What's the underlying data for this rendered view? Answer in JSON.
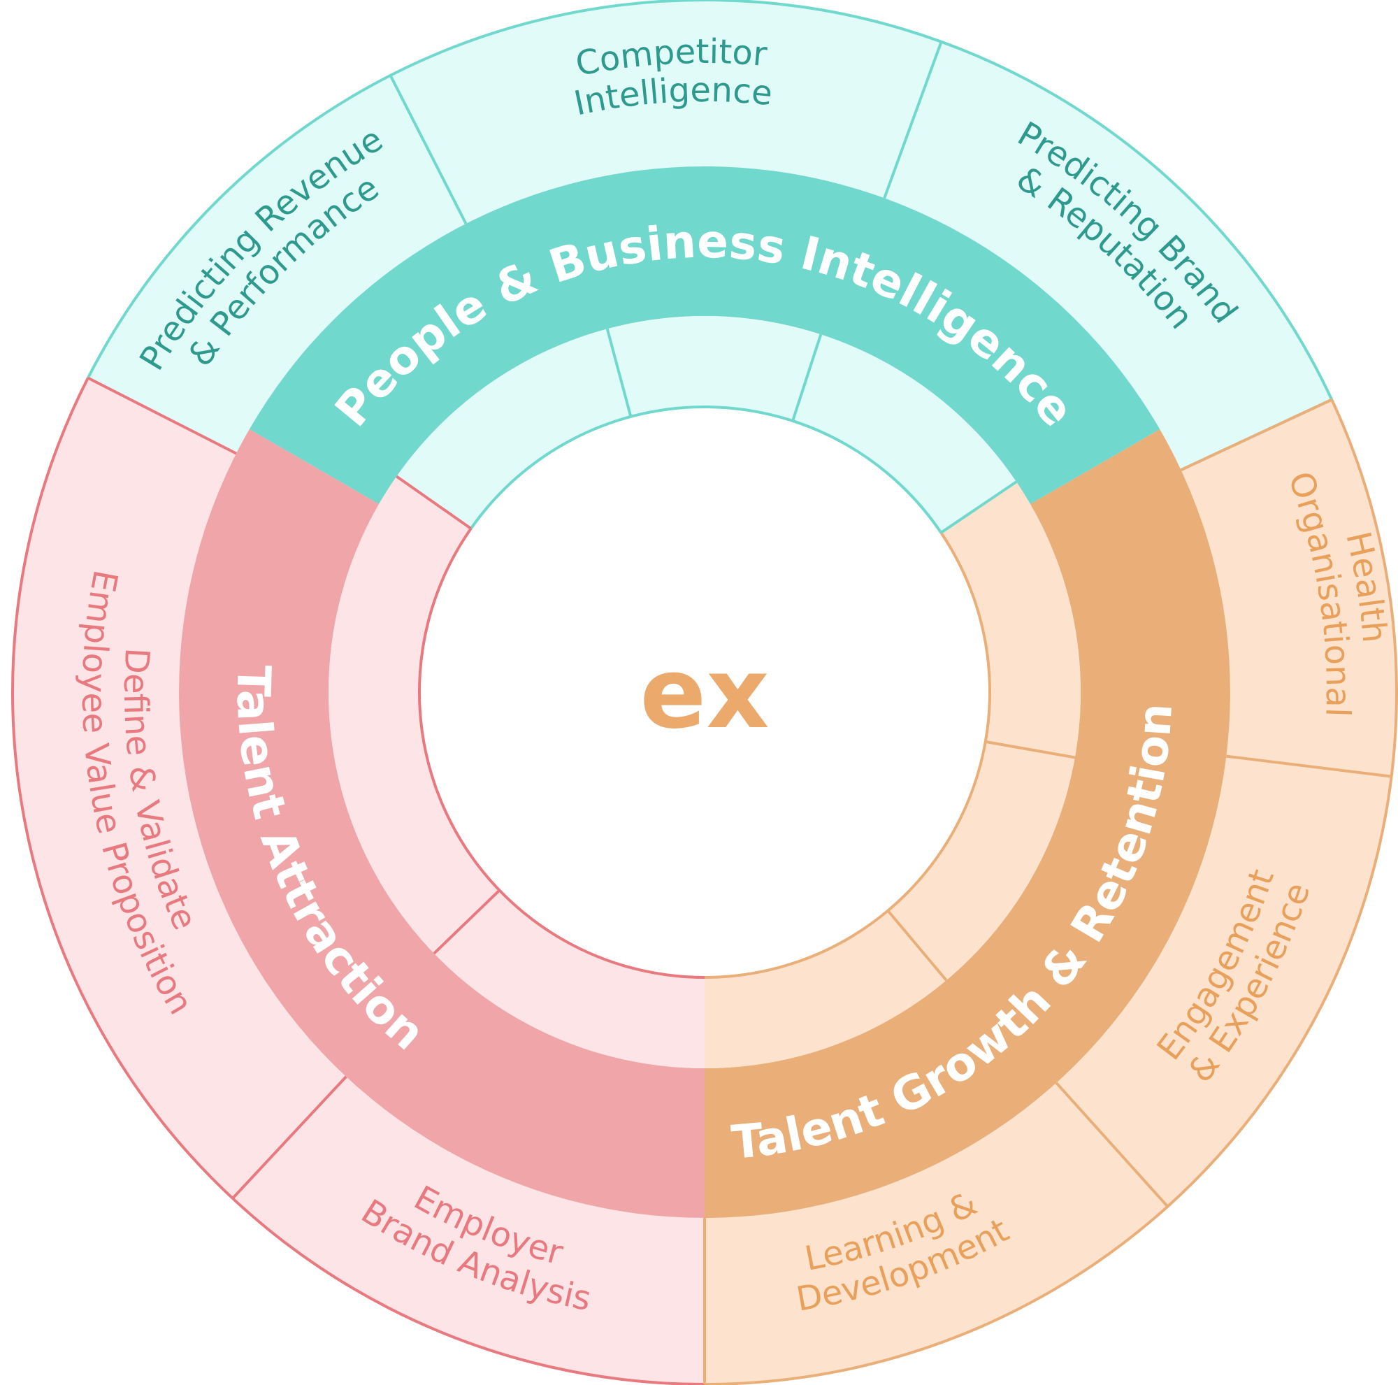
{
  "center": {
    "logo": "ex",
    "logo_color": "#ECA96C"
  },
  "colors": {
    "teal": {
      "band": "#70D8CC",
      "pale": "#E1FBF8",
      "line": "#70D8CC",
      "text": "#2D9A8D"
    },
    "pink": {
      "band": "#F0A6A8",
      "pale": "#FDE4E6",
      "line": "#E8797F",
      "text": "#E8797F"
    },
    "orange": {
      "band": "#EAAF79",
      "pale": "#FDE3CE",
      "line": "#EAAF79",
      "text": "#E8A05A"
    }
  },
  "bands": [
    {
      "id": "people-business-intelligence",
      "label": "People & Business Intelligence",
      "color": "teal"
    },
    {
      "id": "talent-attraction",
      "label": "Talent Attraction",
      "color": "pink"
    },
    {
      "id": "talent-growth-retention",
      "label": "Talent Growth & Retention",
      "color": "orange"
    }
  ],
  "outer_segments": [
    {
      "id": "predicting-revenue",
      "lines": [
        "Predicting Revenue",
        "& Performance"
      ],
      "color": "teal"
    },
    {
      "id": "competitor-intelligence",
      "lines": [
        "Competitor",
        "Intelligence"
      ],
      "color": "teal"
    },
    {
      "id": "predicting-brand",
      "lines": [
        "Predicting Brand",
        "& Reputation"
      ],
      "color": "teal"
    },
    {
      "id": "organisational-health",
      "lines": [
        "Organisational",
        "Health"
      ],
      "color": "orange"
    },
    {
      "id": "engagement-experience",
      "lines": [
        "Engagement",
        "& Experience"
      ],
      "color": "orange"
    },
    {
      "id": "learning-development",
      "lines": [
        "Learning &",
        "Development"
      ],
      "color": "orange"
    },
    {
      "id": "employer-brand-analysis",
      "lines": [
        "Employer",
        "Brand Analysis"
      ],
      "color": "pink"
    },
    {
      "id": "define-validate-evp",
      "lines": [
        "Define & Validate",
        "Employee Value Proposition"
      ],
      "color": "pink"
    }
  ]
}
